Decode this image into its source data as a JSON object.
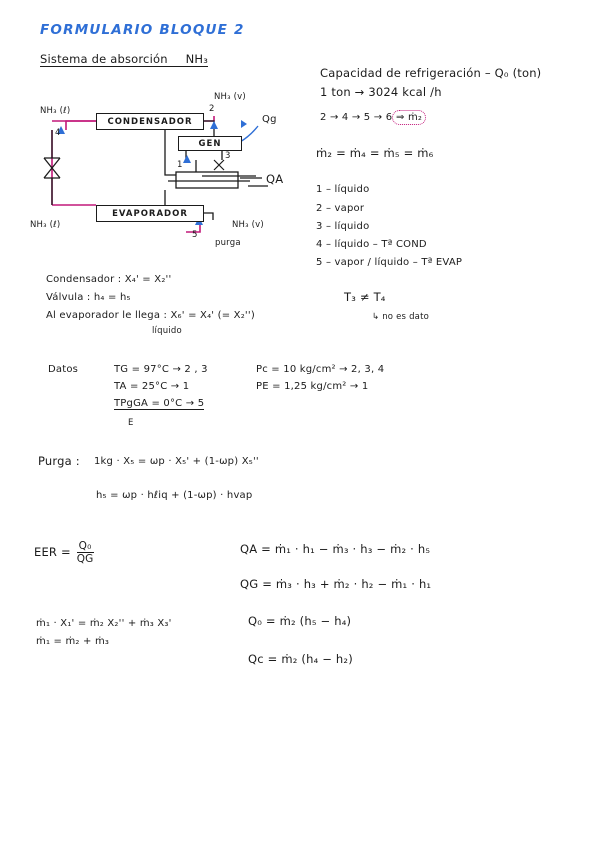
{
  "title": "FORMULARIO BLOQUE 2",
  "subtitle": {
    "text": "Sistema de absorción",
    "formula": "NH₃"
  },
  "diagram": {
    "condensador": "CONDENSADOR",
    "evaporador": "EVAPORADOR",
    "gen": "GEN",
    "nh3_v_top": "NH₃ (v)",
    "nh3_l_left": "NH₃ (ℓ)",
    "nh3_l_bottom": "NH₃ (ℓ)",
    "nh3_v_bottom": "NH₃ (v)",
    "purga": "purga",
    "qg": "Qg",
    "qa": "QA",
    "n1": "1",
    "n2": "2",
    "n3": "3",
    "n4": "4",
    "n5": "5"
  },
  "right_notes": {
    "capacidad": "Capacidad de refrigeración – Q₀ (ton)",
    "ton": "1 ton → 3024 kcal /h",
    "seq": "2 → 4 → 5 → 6",
    "seq_result": "⇒ ṁ₂",
    "mass_eq": "ṁ₂ = ṁ₄ = ṁ₅ = ṁ₆",
    "states": [
      "1 – líquido",
      "2 – vapor",
      "3 – líquido",
      "4 – líquido     – Tª COND",
      "5 – vapor / líquido – Tª EVAP"
    ],
    "t3t4": "T₃ ≠ T₄",
    "no_dato": "↳ no es dato"
  },
  "relations": {
    "condensador": "Condensador   :   X₄' = X₂''",
    "valvula": "Válvula  :   h₄ = h₅",
    "evaporador": "Al evaporador le llega  :  X₆' = X₄' (= X₂'')",
    "liquido": "líquido"
  },
  "datos": {
    "label": "Datos",
    "tg": "TG = 97°C → 2 , 3",
    "ta": "TA = 25°C → 1",
    "tpga": "TPgGA = 0°C → 5",
    "e": "E",
    "pc": "Pc =  10 kg/cm²  → 2, 3, 4",
    "pe": "PE =  1,25 kg/cm²  →  1"
  },
  "purga": {
    "label": "Purga :",
    "eq1": "1kg · X₅ = ωp · X₅' + (1-ωp) X₅''",
    "eq2": "h₅ = ωp · hℓiq + (1-ωp) · hvap"
  },
  "eer": {
    "label": "EER =",
    "num": "Q₀",
    "den": "QG"
  },
  "balances": {
    "qa": "QA = ṁ₁ · h₁ − ṁ₃ · h₃ − ṁ₂ · h₅",
    "qg": "QG = ṁ₃ · h₃ + ṁ₂ · h₂ − ṁ₁ · h₁",
    "qo": "Q₀ = ṁ₂ (h₅ − h₄)",
    "qc": "Qc = ṁ₂ (h₄ − h₂)"
  },
  "mass": {
    "eq1": "ṁ₁ · X₁' = ṁ₂ X₂'' + ṁ₃ X₃'",
    "eq2": "ṁ₁ = ṁ₂ + ṁ₃"
  },
  "colors": {
    "blue": "#2f6fd6",
    "pink": "#c2187a",
    "ink": "#1b1b1b"
  }
}
